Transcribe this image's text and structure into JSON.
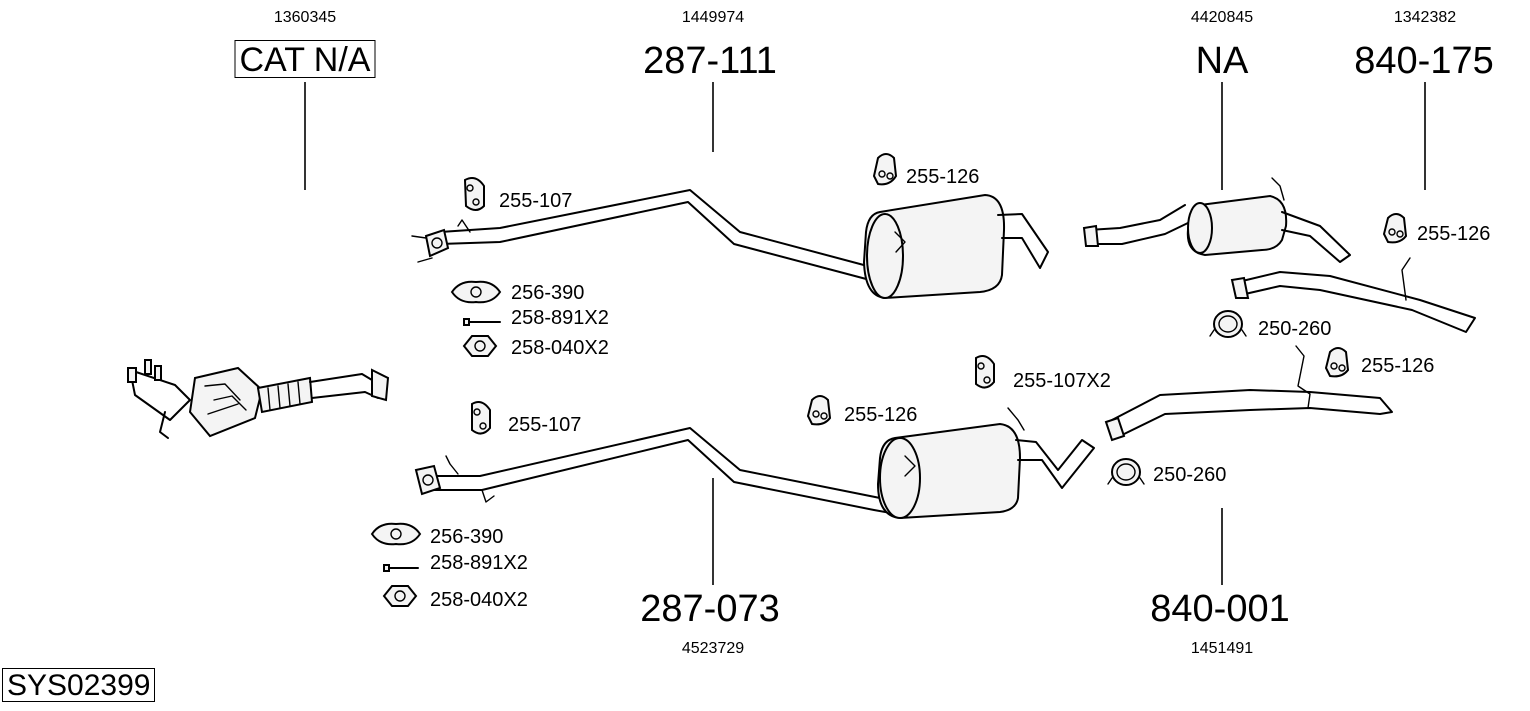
{
  "system_code": "SYS02399",
  "parts": {
    "cat": {
      "ref": "1360345",
      "label": "CAT N/A"
    },
    "front_upper": {
      "ref": "1449974",
      "label": "287-111"
    },
    "mid_upper": {
      "ref": "4420845",
      "label": "NA"
    },
    "rear_upper": {
      "ref": "1342382",
      "label": "840-175"
    },
    "front_lower": {
      "ref": "4523729",
      "label": "287-073"
    },
    "rear_lower": {
      "ref": "1451491",
      "label": "840-001"
    }
  },
  "fittings": {
    "upper_hanger_front": "255-107",
    "upper_hanger_mid": "255-126",
    "upper_gasket": "256-390",
    "upper_bolt": "258-891X2",
    "upper_nut": "258-040X2",
    "rear_hanger_upper": "255-126",
    "clamp_upper": "250-260",
    "rear_hanger_lower": "255-126",
    "lower_hanger_front": "255-107",
    "lower_hanger_mid": "255-126",
    "lower_hanger_muffler": "255-107X2",
    "clamp_lower": "250-260",
    "lower_gasket": "256-390",
    "lower_bolt": "258-891X2",
    "lower_nut": "258-040X2"
  }
}
